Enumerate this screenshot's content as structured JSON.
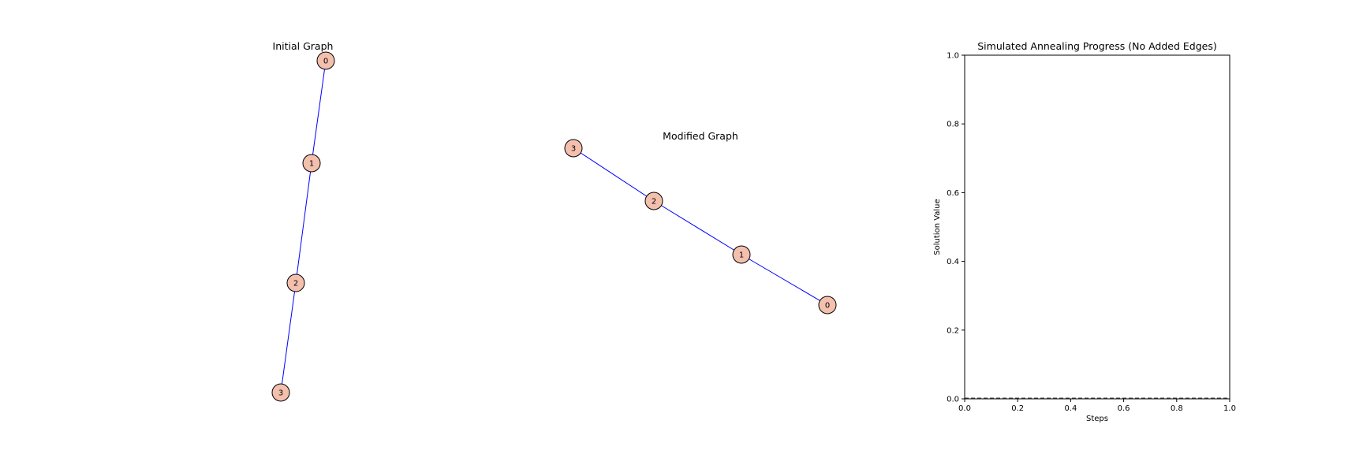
{
  "colors": {
    "edge": "#0000ff",
    "node_fill": "#f4c0ae",
    "node_stroke": "#000000",
    "axis": "#000000"
  },
  "chart_data": [
    {
      "type": "network",
      "title": "Initial Graph",
      "nodes": [
        {
          "id": "0",
          "label": "0"
        },
        {
          "id": "1",
          "label": "1"
        },
        {
          "id": "2",
          "label": "2"
        },
        {
          "id": "3",
          "label": "3"
        }
      ],
      "edges": [
        [
          "0",
          "1"
        ],
        [
          "1",
          "2"
        ],
        [
          "2",
          "3"
        ]
      ]
    },
    {
      "type": "network",
      "title": "Modified Graph",
      "nodes": [
        {
          "id": "0",
          "label": "0"
        },
        {
          "id": "1",
          "label": "1"
        },
        {
          "id": "2",
          "label": "2"
        },
        {
          "id": "3",
          "label": "3"
        }
      ],
      "edges": [
        [
          "0",
          "1"
        ],
        [
          "1",
          "2"
        ],
        [
          "2",
          "3"
        ]
      ]
    },
    {
      "type": "line",
      "title": "Simulated Annealing Progress (No Added Edges)",
      "xlabel": "Steps",
      "ylabel": "Solution Value",
      "xlim": [
        0.0,
        1.0
      ],
      "ylim": [
        0.0,
        1.0
      ],
      "xticks": [
        "0.0",
        "0.2",
        "0.4",
        "0.6",
        "0.8",
        "1.0"
      ],
      "yticks": [
        "0.0",
        "0.2",
        "0.4",
        "0.6",
        "0.8",
        "1.0"
      ],
      "hline": {
        "y": 0.0,
        "style": "dashed"
      },
      "series": [],
      "grid": false
    }
  ]
}
